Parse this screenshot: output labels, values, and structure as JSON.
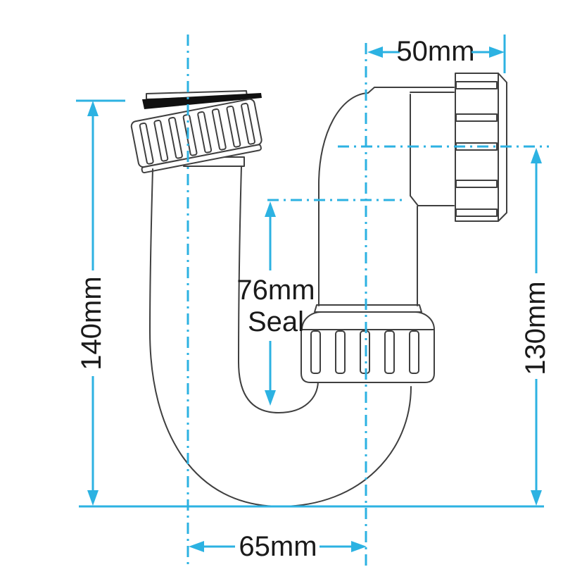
{
  "colors": {
    "bg": "#ffffff",
    "line": "#3f3f3f",
    "accent": "#2cb2e2",
    "seal": "#101010",
    "ink": "#1a1a1a"
  },
  "diagram": {
    "subject": "tubular-p-trap-with-swivel-elbow-outlet"
  },
  "dimensions": {
    "outlet_width": {
      "label": "50mm",
      "value_mm": 50
    },
    "overall_height": {
      "label": "140mm",
      "value_mm": 140
    },
    "water_seal": {
      "label_line1": "76mm",
      "label_line2": "Seal",
      "value_mm": 76
    },
    "outlet_height": {
      "label": "130mm",
      "value_mm": 130
    },
    "trap_width": {
      "label": "65mm",
      "value_mm": 65
    }
  }
}
